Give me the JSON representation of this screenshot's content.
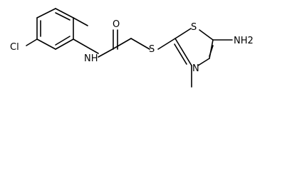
{
  "diagram": {
    "type": "chemical-structure",
    "atom_labels": {
      "chlorine": "Cl",
      "amide_oxygen": "O",
      "amide_nitrogen": "NH",
      "thioether_sulfur": "S",
      "ring_sulfur": "S",
      "ring_nitrogen": "N",
      "amino_group": "NH2"
    },
    "colors": {
      "ink": "#000000",
      "background": "#ffffff"
    }
  }
}
